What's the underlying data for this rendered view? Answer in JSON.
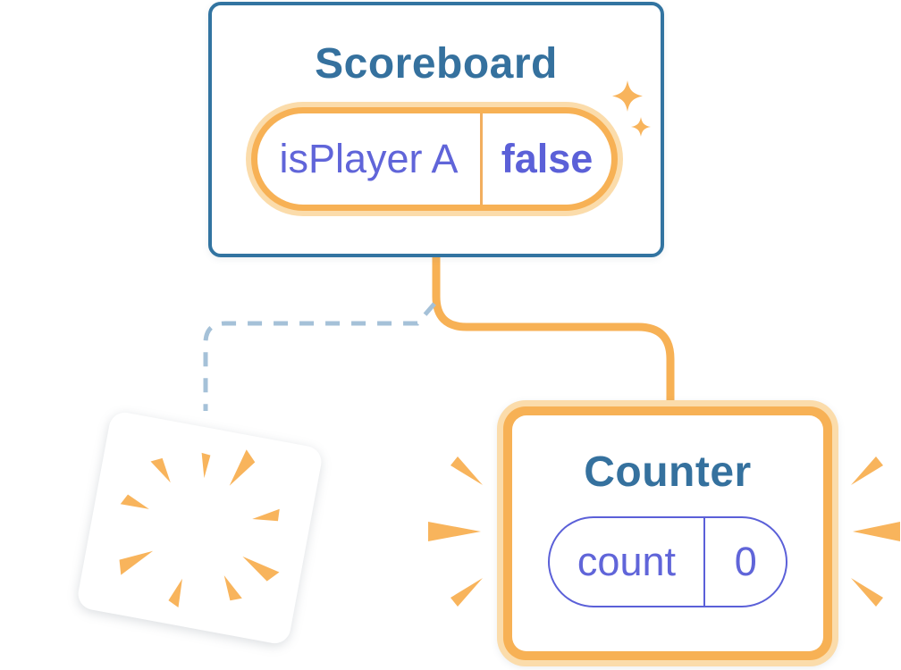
{
  "colors": {
    "background": "#FFFFFF",
    "card_border_blue": "#3274A1",
    "title_blue": "#35719E",
    "state_purple": "#6065D9",
    "state_value_purple": "#5B60D8",
    "pill_border_purple": "#5B60D8",
    "orange": "#F7B155",
    "orange_halo": "#FBDCAB",
    "orange_divider": "#F2AE5E",
    "burst_orange": "#F8B45C",
    "dash_blue": "#A5C1D8"
  },
  "scoreboard_card": {
    "title": "Scoreboard",
    "state_pill": {
      "key": "isPlayer A",
      "value": "false"
    }
  },
  "counter_card": {
    "title": "Counter",
    "state_pill": {
      "key": "count",
      "value": "0"
    }
  },
  "icons": {
    "sparkles": "sparkle-icon",
    "burst": "burst-rays-icon",
    "emphasis_left": "emphasis-burst-left-icon",
    "emphasis_right": "emphasis-burst-right-icon"
  }
}
